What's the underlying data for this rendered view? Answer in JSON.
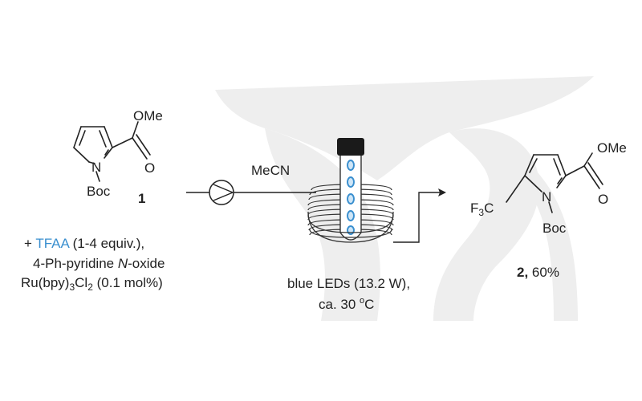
{
  "colors": {
    "accent_blue": "#3a8fcf",
    "text": "#222222",
    "watermark": "#eeeeee"
  },
  "reactant": {
    "label_ome": "OMe",
    "label_o": "O",
    "label_n": "N",
    "label_boc": "Boc",
    "compound_number": "1"
  },
  "conditions": {
    "line1_plus": "+ ",
    "line1_reagent": "TFAA",
    "line1_rest": " (1-4 equiv.),",
    "line2_pre": "4-Ph-pyridine ",
    "line2_italic": "N",
    "line2_post": "-oxide",
    "line3_pre": "Ru(bpy)",
    "line3_sub1": "3",
    "line3_mid": "Cl",
    "line3_sub2": "2",
    "line3_post": " (0.1 mol%)"
  },
  "flow": {
    "solvent": "MeCN",
    "irradiation_line1": "blue LEDs (13.2 W),",
    "irradiation_line2_pre": "ca. 30 ",
    "irradiation_line2_deg": "o",
    "irradiation_line2_post": "C"
  },
  "product": {
    "label_ome": "OMe",
    "label_o": "O",
    "label_n": "N",
    "label_boc": "Boc",
    "label_cf3_f": "F",
    "label_cf3_sub": "3",
    "label_cf3_c": "C",
    "compound_number": "2,",
    "yield": " 60%"
  }
}
